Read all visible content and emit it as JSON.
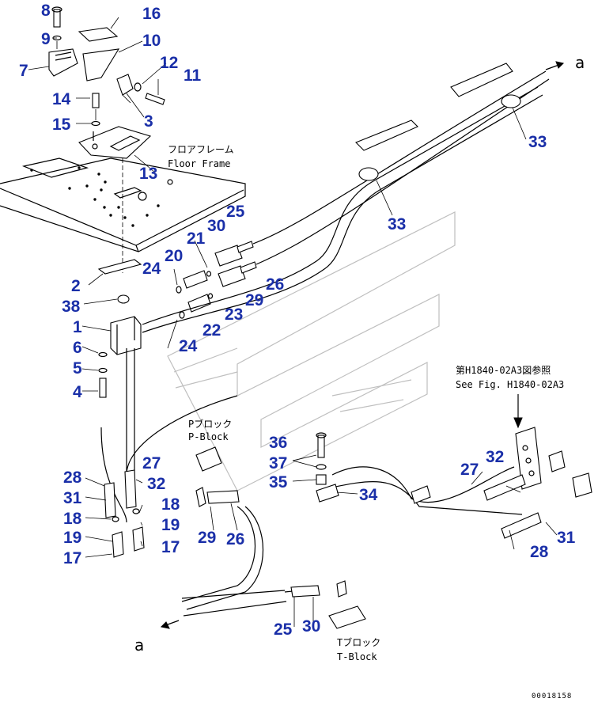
{
  "callouts": [
    {
      "id": "c8",
      "label": "8"
    },
    {
      "id": "c16",
      "label": "16"
    },
    {
      "id": "c9",
      "label": "9"
    },
    {
      "id": "c10",
      "label": "10"
    },
    {
      "id": "c7",
      "label": "7"
    },
    {
      "id": "c12",
      "label": "12"
    },
    {
      "id": "c11",
      "label": "11"
    },
    {
      "id": "c14",
      "label": "14"
    },
    {
      "id": "c15",
      "label": "15"
    },
    {
      "id": "c3",
      "label": "3"
    },
    {
      "id": "c13",
      "label": "13"
    },
    {
      "id": "c33a",
      "label": "33"
    },
    {
      "id": "c33b",
      "label": "33"
    },
    {
      "id": "c25a",
      "label": "25"
    },
    {
      "id": "c30a",
      "label": "30"
    },
    {
      "id": "c21",
      "label": "21"
    },
    {
      "id": "c20",
      "label": "20"
    },
    {
      "id": "c24a",
      "label": "24"
    },
    {
      "id": "c26a",
      "label": "26"
    },
    {
      "id": "c2",
      "label": "2"
    },
    {
      "id": "c29a",
      "label": "29"
    },
    {
      "id": "c38",
      "label": "38"
    },
    {
      "id": "c23",
      "label": "23"
    },
    {
      "id": "c22",
      "label": "22"
    },
    {
      "id": "c1",
      "label": "1"
    },
    {
      "id": "c24b",
      "label": "24"
    },
    {
      "id": "c6",
      "label": "6"
    },
    {
      "id": "c5",
      "label": "5"
    },
    {
      "id": "c4",
      "label": "4"
    },
    {
      "id": "c36",
      "label": "36"
    },
    {
      "id": "c37",
      "label": "37"
    },
    {
      "id": "c35",
      "label": "35"
    },
    {
      "id": "c34",
      "label": "34"
    },
    {
      "id": "c27a",
      "label": "27"
    },
    {
      "id": "c28a",
      "label": "28"
    },
    {
      "id": "c32a",
      "label": "32"
    },
    {
      "id": "c31a",
      "label": "31"
    },
    {
      "id": "c18a",
      "label": "18"
    },
    {
      "id": "c18b",
      "label": "18"
    },
    {
      "id": "c19a",
      "label": "19"
    },
    {
      "id": "c19b",
      "label": "19"
    },
    {
      "id": "c17a",
      "label": "17"
    },
    {
      "id": "c17b",
      "label": "17"
    },
    {
      "id": "c29b",
      "label": "29"
    },
    {
      "id": "c26b",
      "label": "26"
    },
    {
      "id": "c27b",
      "label": "27"
    },
    {
      "id": "c32b",
      "label": "32"
    },
    {
      "id": "c31b",
      "label": "31"
    },
    {
      "id": "c28b",
      "label": "28"
    },
    {
      "id": "c25b",
      "label": "25"
    },
    {
      "id": "c30b",
      "label": "30"
    }
  ],
  "notes": {
    "floor_frame_jp": "フロアフレーム",
    "floor_frame_en": "Floor Frame",
    "p_block_jp": "Pブロック",
    "p_block_en": "P-Block",
    "t_block_jp": "Tブロック",
    "t_block_en": "T-Block",
    "see_fig_jp": "第H1840-02A3図参照",
    "see_fig_en": "See Fig. H1840-02A3"
  },
  "arrows": {
    "top": "a",
    "bottom": "a"
  },
  "doc_id": "00018158"
}
